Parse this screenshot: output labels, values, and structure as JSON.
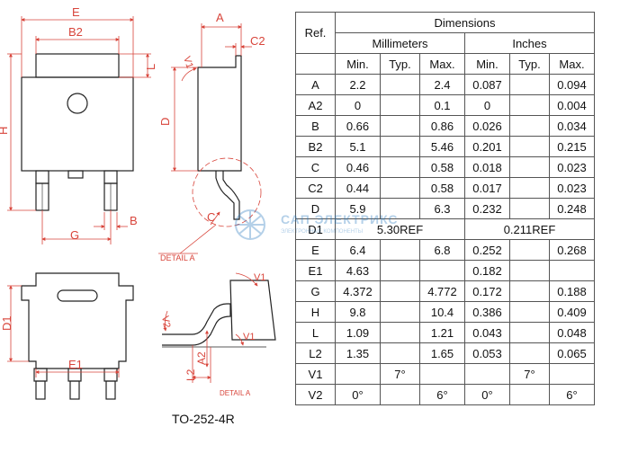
{
  "labels": {
    "E": "E",
    "B2": "B2",
    "L": "L",
    "H": "H",
    "B": "B",
    "G": "G",
    "A": "A",
    "C2": "C2",
    "V1": "V1",
    "D": "D",
    "C": "C",
    "D1": "D1",
    "E1": "E1",
    "L2": "L2",
    "A2": "A2",
    "V2": "V2",
    "detail_a": "DETAIL A"
  },
  "caption": "TO-252-4R",
  "watermark": {
    "text": "САП ЭЛЕКТРИКС",
    "sub": "ЭЛЕКТРОННЫЕ КОМПОНЕНТЫ"
  },
  "colors": {
    "dimension": "#d8453b",
    "outline": "#222222",
    "watermark": "#2a7ac0"
  },
  "table": {
    "header_title": "Dimensions",
    "ref_label": "Ref.",
    "units": [
      "Millimeters",
      "Inches"
    ],
    "sub_headers": [
      "Min.",
      "Typ.",
      "Max.",
      "Min.",
      "Typ.",
      "Max."
    ],
    "rows": [
      {
        "ref": "A",
        "mm": [
          "2.2",
          "",
          "2.4"
        ],
        "in": [
          "0.087",
          "",
          "0.094"
        ]
      },
      {
        "ref": "A2",
        "mm": [
          "0",
          "",
          "0.1"
        ],
        "in": [
          "0",
          "",
          "0.004"
        ]
      },
      {
        "ref": "B",
        "mm": [
          "0.66",
          "",
          "0.86"
        ],
        "in": [
          "0.026",
          "",
          "0.034"
        ]
      },
      {
        "ref": "B2",
        "mm": [
          "5.1",
          "",
          "5.46"
        ],
        "in": [
          "0.201",
          "",
          "0.215"
        ]
      },
      {
        "ref": "C",
        "mm": [
          "0.46",
          "",
          "0.58"
        ],
        "in": [
          "0.018",
          "",
          "0.023"
        ]
      },
      {
        "ref": "C2",
        "mm": [
          "0.44",
          "",
          "0.58"
        ],
        "in": [
          "0.017",
          "",
          "0.023"
        ]
      },
      {
        "ref": "D",
        "mm": [
          "5.9",
          "",
          "6.3"
        ],
        "in": [
          "0.232",
          "",
          "0.248"
        ]
      },
      {
        "ref": "D1",
        "mm_span": "5.30REF",
        "in_span": "0.211REF"
      },
      {
        "ref": "E",
        "mm": [
          "6.4",
          "",
          "6.8"
        ],
        "in": [
          "0.252",
          "",
          "0.268"
        ]
      },
      {
        "ref": "E1",
        "mm": [
          "4.63",
          "",
          ""
        ],
        "in": [
          "0.182",
          "",
          ""
        ]
      },
      {
        "ref": "G",
        "mm": [
          "4.372",
          "",
          "4.772"
        ],
        "in": [
          "0.172",
          "",
          "0.188"
        ]
      },
      {
        "ref": "H",
        "mm": [
          "9.8",
          "",
          "10.4"
        ],
        "in": [
          "0.386",
          "",
          "0.409"
        ]
      },
      {
        "ref": "L",
        "mm": [
          "1.09",
          "",
          "1.21"
        ],
        "in": [
          "0.043",
          "",
          "0.048"
        ]
      },
      {
        "ref": "L2",
        "mm": [
          "1.35",
          "",
          "1.65"
        ],
        "in": [
          "0.053",
          "",
          "0.065"
        ]
      },
      {
        "ref": "V1",
        "mm": [
          "",
          "7°",
          ""
        ],
        "in": [
          "",
          "7°",
          ""
        ]
      },
      {
        "ref": "V2",
        "mm": [
          "0°",
          "",
          "6°"
        ],
        "in": [
          "0°",
          "",
          "6°"
        ]
      }
    ]
  }
}
